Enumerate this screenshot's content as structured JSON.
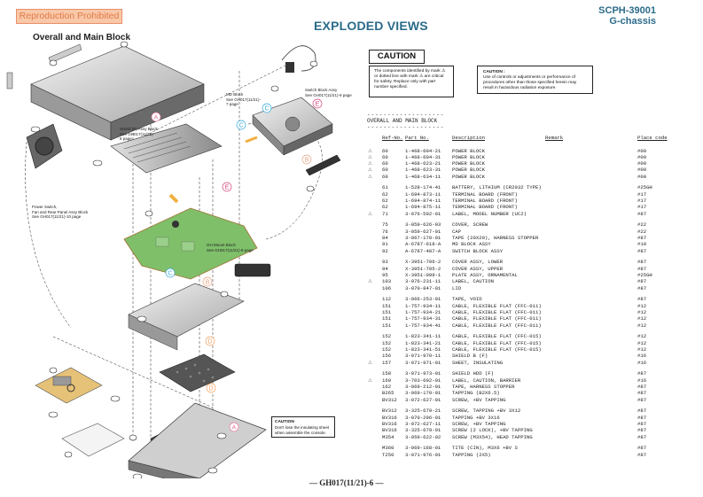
{
  "header": {
    "stamp": "Reproduction Prohibited",
    "title": "EXPLODED VIEWS",
    "model": "SCPH-39001",
    "chassis": "G-chassis",
    "section": "Overall and Main Block"
  },
  "caution": {
    "heading": "CAUTION",
    "safety_text": "The components identified by mark ⚠ or dotted line with mark ⚠ are critical for safety. Replace only with part number specified.",
    "laser_title": "CAUTION :",
    "laser_text": "Use of controls or adjustments or performance of procedures other than those specified herein may result in hazardous radiation exposure.",
    "assembly_title": "CAUTION",
    "assembly_text": "Don't lose the insulating sheet when assemble the console."
  },
  "diagram_labels": {
    "shield": "Shield (P) Assy Block\nSee GH017(11/21)-\n8 page",
    "md_block": "MD Block\nSee GH017(11/21)-\n7 page",
    "switch_block": "Switch Block Assy\nSee GH017(11/21)-9 page",
    "power_switch": "Power Switch,\nFan and Rear Panel Assy Block\nSee GH017(11/21)-10 page",
    "gh_mount": "GH Mount Block\nSee GH017(11/21)-8 page",
    "callouts": [
      "A",
      "B",
      "C",
      "D",
      "E"
    ]
  },
  "parts_list": {
    "title": "OVERALL AND MAIN BLOCK",
    "dashes": "-------------------",
    "columns": [
      "Ref-No.",
      "Part No.",
      "Description",
      "Remark",
      "Place code"
    ],
    "groups": [
      [
        {
          "safety": "⚠",
          "ref": "60",
          "part": "1-468-604-21",
          "desc": "POWER BLOCK",
          "remark": "",
          "place": "#00"
        },
        {
          "safety": "⚠",
          "ref": "60",
          "part": "1-468-604-31",
          "desc": "POWER BLOCK",
          "remark": "",
          "place": "#00"
        },
        {
          "safety": "⚠",
          "ref": "60",
          "part": "1-468-623-21",
          "desc": "POWER BLOCK",
          "remark": "",
          "place": "#00"
        },
        {
          "safety": "⚠",
          "ref": "60",
          "part": "1-468-623-31",
          "desc": "POWER BLOCK",
          "remark": "",
          "place": "#00"
        },
        {
          "safety": "⚠",
          "ref": "60",
          "part": "1-468-634-11",
          "desc": "POWER BLOCK",
          "remark": "",
          "place": "#00"
        }
      ],
      [
        {
          "safety": "",
          "ref": "61",
          "part": "1-528-174-41",
          "desc": "BATTERY, LITHIUM (CR2032 TYPE)",
          "remark": "",
          "place": "#25GH"
        },
        {
          "safety": "",
          "ref": "62",
          "part": "1-694-873-11",
          "desc": "TERMINAL BOARD (FRONT)",
          "remark": "",
          "place": "#17"
        },
        {
          "safety": "",
          "ref": "62",
          "part": "1-694-874-11",
          "desc": "TERMINAL BOARD (FRONT)",
          "remark": "",
          "place": "#17"
        },
        {
          "safety": "",
          "ref": "62",
          "part": "1-694-875-11",
          "desc": "TERMINAL BOARD (FRONT)",
          "remark": "",
          "place": "#17"
        },
        {
          "safety": "⚠",
          "ref": "71",
          "part": "3-076-592-01",
          "desc": "LABEL, MODEL NUMBER (UC2)",
          "remark": "",
          "place": "#87"
        }
      ],
      [
        {
          "safety": "",
          "ref": "75",
          "part": "3-059-626-03",
          "desc": "COVER, SCREW",
          "remark": "",
          "place": "#22"
        },
        {
          "safety": "",
          "ref": "76",
          "part": "3-059-627-01",
          "desc": "CAP",
          "remark": "",
          "place": "#22"
        },
        {
          "safety": "",
          "ref": "84",
          "part": "3-067-170-01",
          "desc": "TAPE (20X20), HARNESS STOPPER",
          "remark": "",
          "place": "#87"
        },
        {
          "safety": "",
          "ref": "91",
          "part": "A-6787-618-A",
          "desc": "MD BLOCK ASSY",
          "remark": "",
          "place": "#10"
        },
        {
          "safety": "",
          "ref": "92",
          "part": "A-6787-487-A",
          "desc": "SWITCH BLOCK ASSY",
          "remark": "",
          "place": "#87"
        }
      ],
      [
        {
          "safety": "",
          "ref": "93",
          "part": "X-3951-706-2",
          "desc": "COVER ASSY, LOWER",
          "remark": "",
          "place": "#87"
        },
        {
          "safety": "",
          "ref": "94",
          "part": "X-3951-705-2",
          "desc": "COVER ASSY, UPPER",
          "remark": "",
          "place": "#87"
        },
        {
          "safety": "",
          "ref": "95",
          "part": "X-3951-099-1",
          "desc": "PLATE ASSY, ORNAMENTAL",
          "remark": "",
          "place": "#25GH"
        },
        {
          "safety": "⚠",
          "ref": "103",
          "part": "3-976-231-11",
          "desc": "LABEL, CAUTION",
          "remark": "",
          "place": "#87"
        },
        {
          "safety": "",
          "ref": "106",
          "part": "3-070-847-01",
          "desc": "LID",
          "remark": "",
          "place": "#87"
        }
      ],
      [
        {
          "safety": "",
          "ref": "112",
          "part": "3-066-253-01",
          "desc": "TAPE, VOID",
          "remark": "",
          "place": "#87"
        },
        {
          "safety": "",
          "ref": "151",
          "part": "1-757-934-11",
          "desc": "CABLE, FLEXIBLE FLAT (FFC-011)",
          "remark": "",
          "place": "#12"
        },
        {
          "safety": "",
          "ref": "151",
          "part": "1-757-934-21",
          "desc": "CABLE, FLEXIBLE FLAT (FFC-011)",
          "remark": "",
          "place": "#12"
        },
        {
          "safety": "",
          "ref": "151",
          "part": "1-757-934-31",
          "desc": "CABLE, FLEXIBLE FLAT (FFC-011)",
          "remark": "",
          "place": "#12"
        },
        {
          "safety": "",
          "ref": "151",
          "part": "1-757-934-41",
          "desc": "CABLE, FLEXIBLE FLAT (FFC-011)",
          "remark": "",
          "place": "#12"
        }
      ],
      [
        {
          "safety": "",
          "ref": "152",
          "part": "1-823-341-11",
          "desc": "CABLE, FLEXIBLE FLAT (FFC-015)",
          "remark": "",
          "place": "#12"
        },
        {
          "safety": "",
          "ref": "152",
          "part": "1-823-341-21",
          "desc": "CABLE, FLEXIBLE FLAT (FFC-015)",
          "remark": "",
          "place": "#12"
        },
        {
          "safety": "",
          "ref": "152",
          "part": "1-823-341-51",
          "desc": "CABLE, FLEXIBLE FLAT (FFC-015)",
          "remark": "",
          "place": "#12"
        },
        {
          "safety": "",
          "ref": "156",
          "part": "3-071-970-11",
          "desc": "SHIELD B (F)",
          "remark": "",
          "place": "#16"
        },
        {
          "safety": "⚠",
          "ref": "157",
          "part": "3-071-971-01",
          "desc": "SHEET, INSULATING",
          "remark": "",
          "place": "#16"
        }
      ],
      [
        {
          "safety": "",
          "ref": "158",
          "part": "3-071-973-01",
          "desc": "SHIELD HDD (F)",
          "remark": "",
          "place": "#87"
        },
        {
          "safety": "⚠",
          "ref": "160",
          "part": "3-703-692-01",
          "desc": "LABEL, CAUTION, BARRIER",
          "remark": "",
          "place": "#16"
        },
        {
          "safety": "",
          "ref": "162",
          "part": "3-069-212-01",
          "desc": "TAPE, HARNESS STOPPER",
          "remark": "",
          "place": "#87"
        },
        {
          "safety": "",
          "ref": "B265",
          "part": "3-069-170-01",
          "desc": "TAPPING (B2X6.5)",
          "remark": "",
          "place": "#87"
        },
        {
          "safety": "",
          "ref": "BV312",
          "part": "3-072-627-01",
          "desc": "SCREW, +BV TAPPING",
          "remark": "",
          "place": "#87"
        }
      ],
      [
        {
          "safety": "",
          "ref": "BV312",
          "part": "3-325-679-21",
          "desc": "SCREW, TAPPING +BV 3X12",
          "remark": "",
          "place": "#87"
        },
        {
          "safety": "",
          "ref": "BV316",
          "part": "3-070-296-01",
          "desc": "TAPPING +BV 3X16",
          "remark": "",
          "place": "#87"
        },
        {
          "safety": "",
          "ref": "BV316",
          "part": "3-072-627-11",
          "desc": "SCREW, +BV TAPPING",
          "remark": "",
          "place": "#87"
        },
        {
          "safety": "",
          "ref": "BV316",
          "part": "3-325-679-91",
          "desc": "SCREW (2 LOCK), +BV TAPPING",
          "remark": "",
          "place": "#87"
        },
        {
          "safety": "",
          "ref": "M354",
          "part": "3-059-622-02",
          "desc": "SCREW (M3X54), HEAD TAPPING",
          "remark": "",
          "place": "#87"
        }
      ],
      [
        {
          "safety": "",
          "ref": "M360",
          "part": "3-069-168-01",
          "desc": "TITE (CIN), M3X6 +BV S",
          "remark": "",
          "place": "#87"
        },
        {
          "safety": "",
          "ref": "T250",
          "part": "3-071-976-01",
          "desc": "TAPPING (2X5)",
          "remark": "",
          "place": "#87"
        }
      ]
    ]
  },
  "footer": {
    "page_code": "— GH017(11/21)-6 —"
  },
  "colors": {
    "title_blue": "#2b6b8a",
    "stamp_bg": "#f9c8a8",
    "stamp_text": "#e07a4a",
    "pcb_green": "#7fbf6a",
    "power_pcb": "#e6c278",
    "callout_A": "#e07a9a",
    "callout_C": "#36aadc",
    "callout_D": "#f0a060",
    "callout_E": "#d8407a"
  }
}
